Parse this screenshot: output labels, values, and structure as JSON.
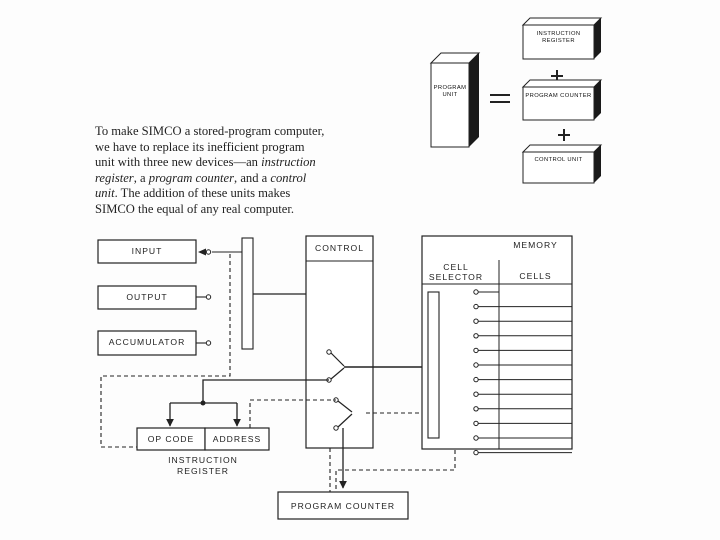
{
  "caption": {
    "line1": "To make SIMCO a stored-program computer,",
    "line2": "we have to replace its inefficient program",
    "line3_pre": "unit with three new devices—an ",
    "line3_em": "instruction",
    "line4_em1": "register",
    "line4_mid": ", a ",
    "line4_em2": "program counter",
    "line4_post": ", and a ",
    "line4_em3": "control",
    "line5_em": "unit",
    "line5_post": ". The addition of these units makes",
    "line6": "SIMCO the equal of any real computer."
  },
  "equation": {
    "program_unit": "PROGRAM UNIT",
    "equals": "=",
    "plus": "+",
    "instruction_register": "INSTRUCTION REGISTER",
    "program_counter": "PROGRAM COUNTER",
    "control_unit": "CONTROL UNIT"
  },
  "diagram": {
    "input": "INPUT",
    "output": "OUTPUT",
    "accumulator": "ACCUMULATOR",
    "control": "CONTROL",
    "memory": "MEMORY",
    "cell_selector": "CELL SELECTOR",
    "cells": "CELLS",
    "op_code": "OP CODE",
    "address": "ADDRESS",
    "instruction_register_l1": "INSTRUCTION",
    "instruction_register_l2": "REGISTER",
    "program_counter": "PROGRAM COUNTER"
  },
  "colors": {
    "ink": "#222222",
    "paper": "#fdfdfd",
    "shadow": "#1a1a1a"
  }
}
